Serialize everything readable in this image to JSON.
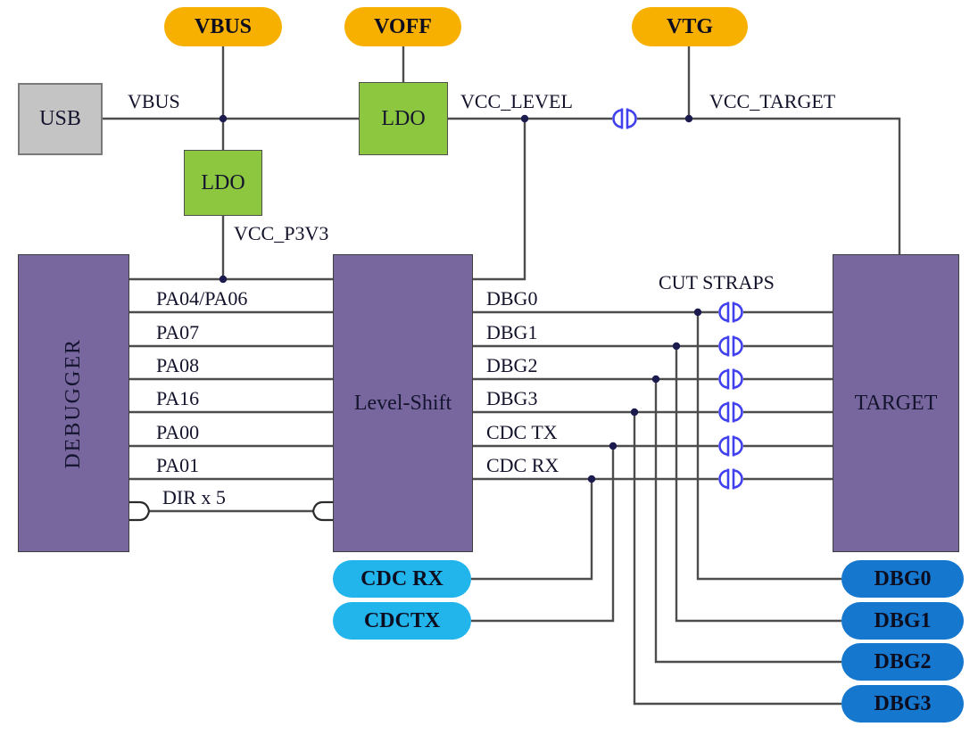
{
  "diagram": {
    "power_pills": [
      {
        "id": "vbus",
        "label": "VBUS"
      },
      {
        "id": "voff",
        "label": "VOFF"
      },
      {
        "id": "vtg",
        "label": "VTG"
      }
    ],
    "blocks": {
      "usb": "USB",
      "ldo_main": "LDO",
      "ldo_p3v3": "LDO",
      "debugger": "DEBUGGER",
      "level_shift": "Level-Shift",
      "target": "TARGET"
    },
    "net_labels": {
      "vbus": "VBUS",
      "vcc_level": "VCC_LEVEL",
      "vcc_target": "VCC_TARGET",
      "vcc_p3v3": "VCC_P3V3",
      "cut_straps": "CUT STRAPS"
    },
    "debugger_signals": [
      "PA04/PA06",
      "PA07",
      "PA08",
      "PA16",
      "PA00",
      "PA01",
      "DIR x 5"
    ],
    "level_shift_outputs": [
      "DBG0",
      "DBG1",
      "DBG2",
      "DBG3",
      "CDC TX",
      "CDC RX"
    ],
    "cdc_pins": [
      "CDC RX",
      "CDCTX"
    ],
    "dbg_pins": [
      "DBG0",
      "DBG1",
      "DBG2",
      "DBG3"
    ],
    "colors": {
      "block_purple": "#77679e",
      "block_green": "#8dc63f",
      "block_gray": "#c4c4c4",
      "pill_orange": "#f8b000",
      "pill_cyan": "#22b5eb",
      "pill_blue": "#1577cd",
      "wire": "#4d4d4d",
      "junction_dot": "#1b1b4e",
      "cut_strap": "#4040ee",
      "text": "#12122b"
    }
  }
}
